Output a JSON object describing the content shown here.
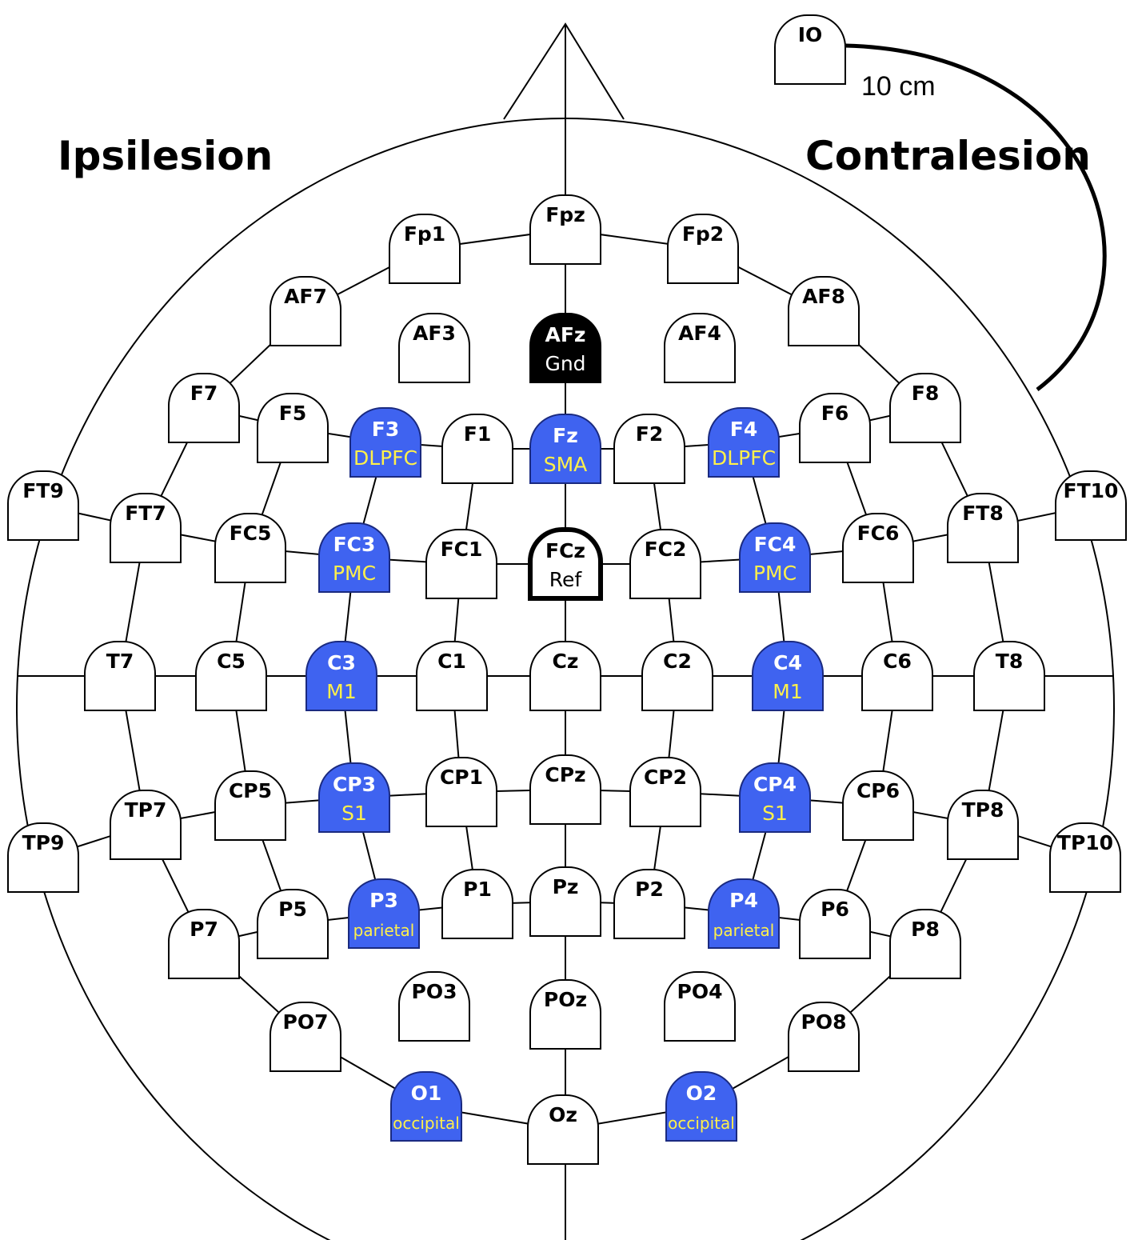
{
  "labels": {
    "ipsilesion": "Ipsilesion",
    "contralesion": "Contralesion",
    "io_distance": "10 cm"
  },
  "colors": {
    "highlight": "#3F63F0",
    "highlight_text": "#FFF04A",
    "ground": "#000000",
    "outline": "#000000",
    "background": "#FFFFFF"
  },
  "electrodes": [
    {
      "id": "IO",
      "name": "IO",
      "sub": "",
      "style": "plain"
    },
    {
      "id": "Fpz",
      "name": "Fpz",
      "sub": "",
      "style": "plain"
    },
    {
      "id": "Fp1",
      "name": "Fp1",
      "sub": "",
      "style": "plain"
    },
    {
      "id": "Fp2",
      "name": "Fp2",
      "sub": "",
      "style": "plain"
    },
    {
      "id": "AF7",
      "name": "AF7",
      "sub": "",
      "style": "plain"
    },
    {
      "id": "AF8",
      "name": "AF8",
      "sub": "",
      "style": "plain"
    },
    {
      "id": "AF3",
      "name": "AF3",
      "sub": "",
      "style": "plain"
    },
    {
      "id": "AFz",
      "name": "AFz",
      "sub": "Gnd",
      "style": "ground"
    },
    {
      "id": "AF4",
      "name": "AF4",
      "sub": "",
      "style": "plain"
    },
    {
      "id": "F7",
      "name": "F7",
      "sub": "",
      "style": "plain"
    },
    {
      "id": "F5",
      "name": "F5",
      "sub": "",
      "style": "plain"
    },
    {
      "id": "F3",
      "name": "F3",
      "sub": "DLPFC",
      "style": "highlight"
    },
    {
      "id": "F1",
      "name": "F1",
      "sub": "",
      "style": "plain"
    },
    {
      "id": "Fz",
      "name": "Fz",
      "sub": "SMA",
      "style": "highlight"
    },
    {
      "id": "F2",
      "name": "F2",
      "sub": "",
      "style": "plain"
    },
    {
      "id": "F4",
      "name": "F4",
      "sub": "DLPFC",
      "style": "highlight"
    },
    {
      "id": "F6",
      "name": "F6",
      "sub": "",
      "style": "plain"
    },
    {
      "id": "F8",
      "name": "F8",
      "sub": "",
      "style": "plain"
    },
    {
      "id": "FT9",
      "name": "FT9",
      "sub": "",
      "style": "plain"
    },
    {
      "id": "FT7",
      "name": "FT7",
      "sub": "",
      "style": "plain"
    },
    {
      "id": "FC5",
      "name": "FC5",
      "sub": "",
      "style": "plain"
    },
    {
      "id": "FC3",
      "name": "FC3",
      "sub": "PMC",
      "style": "highlight"
    },
    {
      "id": "FC1",
      "name": "FC1",
      "sub": "",
      "style": "plain"
    },
    {
      "id": "FCz",
      "name": "FCz",
      "sub": "Ref",
      "style": "ref"
    },
    {
      "id": "FC2",
      "name": "FC2",
      "sub": "",
      "style": "plain"
    },
    {
      "id": "FC4",
      "name": "FC4",
      "sub": "PMC",
      "style": "highlight"
    },
    {
      "id": "FC6",
      "name": "FC6",
      "sub": "",
      "style": "plain"
    },
    {
      "id": "FT8",
      "name": "FT8",
      "sub": "",
      "style": "plain"
    },
    {
      "id": "FT10",
      "name": "FT10",
      "sub": "",
      "style": "plain"
    },
    {
      "id": "T7",
      "name": "T7",
      "sub": "",
      "style": "plain"
    },
    {
      "id": "C5",
      "name": "C5",
      "sub": "",
      "style": "plain"
    },
    {
      "id": "C3",
      "name": "C3",
      "sub": "M1",
      "style": "highlight"
    },
    {
      "id": "C1",
      "name": "C1",
      "sub": "",
      "style": "plain"
    },
    {
      "id": "Cz",
      "name": "Cz",
      "sub": "",
      "style": "plain"
    },
    {
      "id": "C2",
      "name": "C2",
      "sub": "",
      "style": "plain"
    },
    {
      "id": "C4",
      "name": "C4",
      "sub": "M1",
      "style": "highlight"
    },
    {
      "id": "C6",
      "name": "C6",
      "sub": "",
      "style": "plain"
    },
    {
      "id": "T8",
      "name": "T8",
      "sub": "",
      "style": "plain"
    },
    {
      "id": "TP9",
      "name": "TP9",
      "sub": "",
      "style": "plain"
    },
    {
      "id": "TP7",
      "name": "TP7",
      "sub": "",
      "style": "plain"
    },
    {
      "id": "CP5",
      "name": "CP5",
      "sub": "",
      "style": "plain"
    },
    {
      "id": "CP3",
      "name": "CP3",
      "sub": "S1",
      "style": "highlight"
    },
    {
      "id": "CP1",
      "name": "CP1",
      "sub": "",
      "style": "plain"
    },
    {
      "id": "CPz",
      "name": "CPz",
      "sub": "",
      "style": "plain"
    },
    {
      "id": "CP2",
      "name": "CP2",
      "sub": "",
      "style": "plain"
    },
    {
      "id": "CP4",
      "name": "CP4",
      "sub": "S1",
      "style": "highlight"
    },
    {
      "id": "CP6",
      "name": "CP6",
      "sub": "",
      "style": "plain"
    },
    {
      "id": "TP8",
      "name": "TP8",
      "sub": "",
      "style": "plain"
    },
    {
      "id": "TP10",
      "name": "TP10",
      "sub": "",
      "style": "plain"
    },
    {
      "id": "P7",
      "name": "P7",
      "sub": "",
      "style": "plain"
    },
    {
      "id": "P5",
      "name": "P5",
      "sub": "",
      "style": "plain"
    },
    {
      "id": "P3",
      "name": "P3",
      "sub": "parietal",
      "style": "highlight"
    },
    {
      "id": "P1",
      "name": "P1",
      "sub": "",
      "style": "plain"
    },
    {
      "id": "Pz",
      "name": "Pz",
      "sub": "",
      "style": "plain"
    },
    {
      "id": "P2",
      "name": "P2",
      "sub": "",
      "style": "plain"
    },
    {
      "id": "P4",
      "name": "P4",
      "sub": "parietal",
      "style": "highlight"
    },
    {
      "id": "P6",
      "name": "P6",
      "sub": "",
      "style": "plain"
    },
    {
      "id": "P8",
      "name": "P8",
      "sub": "",
      "style": "plain"
    },
    {
      "id": "PO7",
      "name": "PO7",
      "sub": "",
      "style": "plain"
    },
    {
      "id": "PO3",
      "name": "PO3",
      "sub": "",
      "style": "plain"
    },
    {
      "id": "POz",
      "name": "POz",
      "sub": "",
      "style": "plain"
    },
    {
      "id": "PO4",
      "name": "PO4",
      "sub": "",
      "style": "plain"
    },
    {
      "id": "PO8",
      "name": "PO8",
      "sub": "",
      "style": "plain"
    },
    {
      "id": "O1",
      "name": "O1",
      "sub": "occipital",
      "style": "highlight"
    },
    {
      "id": "Oz",
      "name": "Oz",
      "sub": "",
      "style": "plain"
    },
    {
      "id": "O2",
      "name": "O2",
      "sub": "occipital",
      "style": "highlight"
    }
  ]
}
